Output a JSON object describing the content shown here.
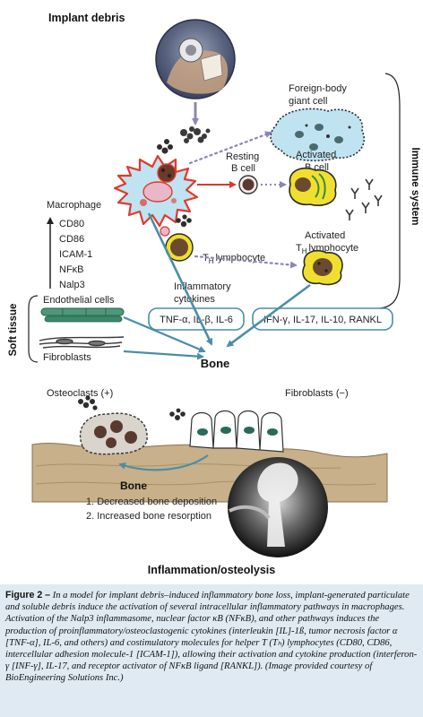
{
  "labels": {
    "implant_debris": "Implant debris",
    "foreign_body_giant_cell": [
      "Foreign-body",
      "giant cell"
    ],
    "resting_b_cell": [
      "Resting",
      "B cell"
    ],
    "activated_b_cell": [
      "Activated",
      "B cell"
    ],
    "th_lymphocyte": "lymphocyte",
    "activated_th_lymphocyte": [
      "Activated",
      "lymphocyte"
    ],
    "th_prefix": "T",
    "th_sub": "H",
    "immune_system": "Immune system",
    "macrophage": "Macrophage",
    "macrophage_markers": [
      "CD80",
      "CD86",
      "ICAM-1",
      "NFκB",
      "Nalp3"
    ],
    "inflammatory_cytokines": [
      "Inflammatory",
      "cytokines"
    ],
    "cytokines_box_left": "TNF-α, IL-β, IL-6",
    "cytokines_box_right": "IFN-γ, IL-17, IL-10, RANKL",
    "endothelial_cells": "Endothelial cells",
    "fibroblasts_left": "Fibroblasts",
    "soft_tissue": "Soft tissue",
    "bone_top": "Bone",
    "osteoclasts": "Osteoclasts (+)",
    "fibroblasts_right": "Fibroblasts (−)",
    "bone_bottom": "Bone",
    "bone_effects": [
      "1. Decreased bone deposition",
      "2. Increased bone resorption"
    ],
    "outcome": "Inflammation/osteolysis"
  },
  "caption": {
    "lead": "Figure 2 –",
    "text": " In a model for implant debris–induced inflammatory bone loss, implant-generated particulate and soluble debris induce the activation of several intracellular inflammatory pathways in macrophages. Activation of the Nalp3 inflammasome, nuclear factor κB (NFκB), and other pathways induces the production of proinflammatory/osteoclastogenic cytokines (interleukin [IL]-1ß, tumor necrosis factor α [TNF-α], IL-6, and others) and costimulatory molecules for helper T (Tₕ) lymphocytes (CD80, CD86, intercellular adhesion molecule-1 [ICAM-1]), allowing their activation and cytokine production (interferon-γ [INF-γ], IL-17, and receptor activator of NFκB ligand [RANKL]). (Image provided courtesy of BioEngineering Solutions Inc.)"
  },
  "colors": {
    "arrow_teal": "#4a8ea8",
    "arrow_red": "#d93a2b",
    "dotted_purple": "#8e85b4",
    "macrophage_red": "#e03a2c",
    "giant_cell_blue": "#bfe3f0",
    "activated_yellow": "#f1df2f",
    "bone_tan": "#c8b08a",
    "caption_bg": "#dfeaf3"
  }
}
